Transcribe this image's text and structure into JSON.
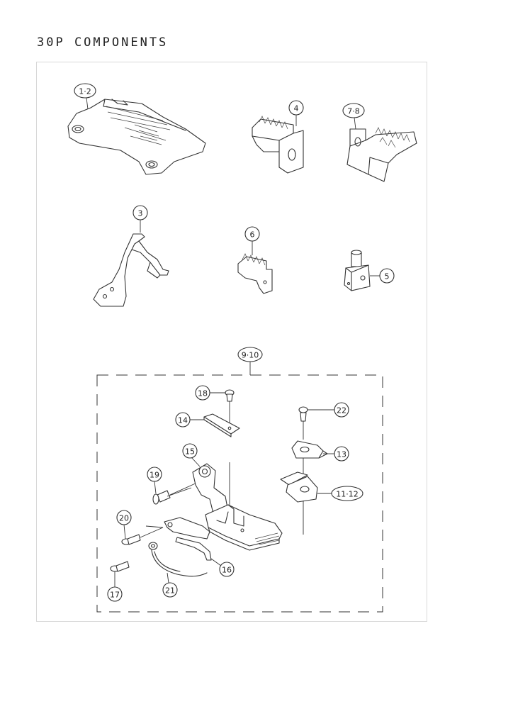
{
  "page": {
    "title": "30P COMPONENTS"
  },
  "callouts": {
    "c1_2": "1·2",
    "c4": "4",
    "c7_8": "7·8",
    "c3": "3",
    "c6": "6",
    "c5": "5",
    "c9_10": "9·10",
    "c18": "18",
    "c14": "14",
    "c22": "22",
    "c13": "13",
    "c15": "15",
    "c19": "19",
    "c11_12": "11·12",
    "c20": "20",
    "c16": "16",
    "c17": "17",
    "c21": "21"
  }
}
